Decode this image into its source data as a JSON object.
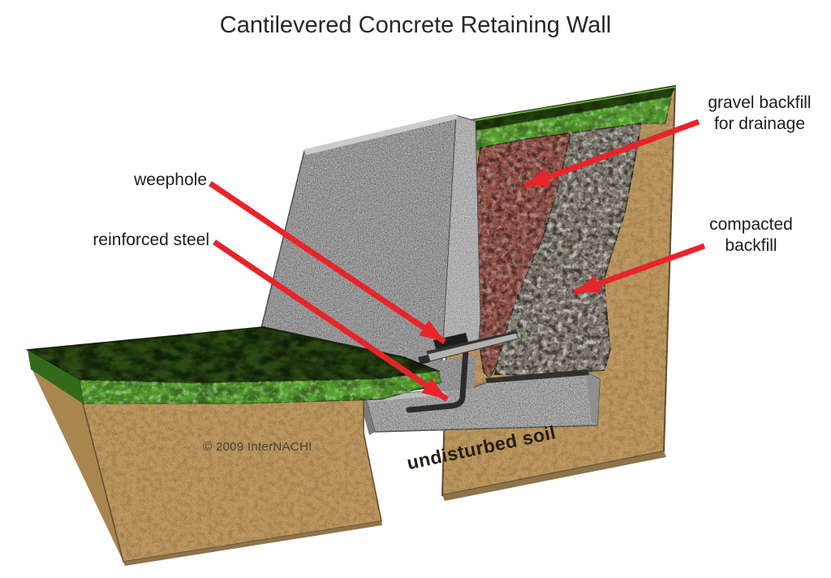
{
  "title": "Cantilevered Concrete Retaining Wall",
  "copyright": "© 2009 InterNACHI",
  "callouts": [
    {
      "id": "weephole",
      "lines": [
        "weephole"
      ]
    },
    {
      "id": "reinforced-steel",
      "lines": [
        "reinforced steel"
      ]
    },
    {
      "id": "gravel-backfill",
      "lines": [
        "gravel backfill",
        "for drainage"
      ]
    },
    {
      "id": "compacted-backfill",
      "lines": [
        "compacted",
        "backfill"
      ]
    }
  ],
  "ground_label": "undisturbed soil",
  "colors": {
    "arrow_red": "#e8242a",
    "concrete_wall_front": "#9c9c9c",
    "concrete_wall_side": "#b6b6b6",
    "concrete_footing": "#a6a6a6",
    "gravel_backfill": "#a25a4e",
    "compacted_backfill": "#8d8679",
    "undisturbed_soil_tan": "#c59e63",
    "grass_dark": "#2d4d15",
    "grass_bright": "#55a12b",
    "title_text": "#272727"
  }
}
